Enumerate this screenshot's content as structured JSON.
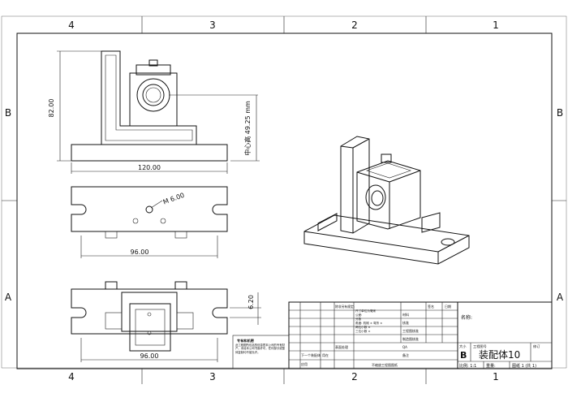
{
  "border": {
    "zones_top": [
      "4",
      "3",
      "2",
      "1"
    ],
    "zones_bottom": [
      "4",
      "3",
      "2",
      "1"
    ],
    "zones_left": [
      "B",
      "A"
    ],
    "zones_right": [
      "B",
      "A"
    ]
  },
  "dimensions": {
    "height": "82.00",
    "width": "120.00",
    "center_height": "中心高 49.25 mm",
    "hole": "M 6.00",
    "slot_spacing_top": "96.00",
    "slot_spacing_bottom": "96.00",
    "slot_width": "6.20"
  },
  "title_block": {
    "size_label": "大小",
    "size_value": "B",
    "drawing_no_label": "工程图号",
    "drawing_name": "装配体10",
    "revision_label": "修订",
    "scale": "比例: 1:1",
    "weight": "重量:",
    "sheet": "图纸 1 (共 1)",
    "name_label": "名称:",
    "rows_right": [
      "材料",
      "核准",
      "工程图核准",
      "制造图核准",
      "QA",
      "备注"
    ],
    "sig_header_a": "签名",
    "sig_header_b": "日期"
  },
  "notes": {
    "tolerance_header": "除非另有规定:",
    "tolerance_lines": [
      "尺寸单位为毫米",
      "公差:",
      "分数",
      "角度: 机械 ±  弯折 ±",
      "两位小数 ±",
      "三位小数 ±"
    ],
    "proprietary_header": "专有和机密",
    "proprietary_text": "此工程图所包括的信息是本公司的专有财产。未经本公司书面许可，任何部分或整体复制均不被允许。",
    "finish_label": "表面处理",
    "next_assembly": "下一个装配体",
    "used_on": "用在",
    "application": "应用",
    "do_not_scale": "不缩放工程图图纸"
  }
}
